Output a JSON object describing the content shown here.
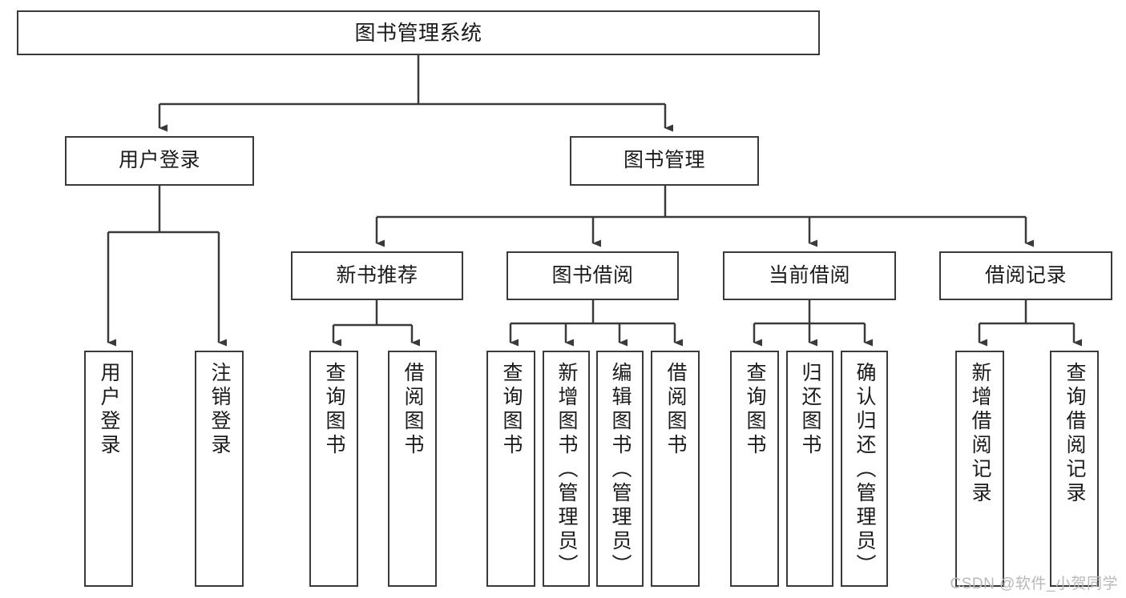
{
  "diagram": {
    "type": "tree",
    "title": "图书管理系统",
    "stroke_color": "#3a3a3a",
    "fill_color": "#ffffff",
    "text_color": "#1b1b1b",
    "nodes": {
      "root": {
        "label": "图书管理系统"
      },
      "level2": [
        {
          "id": "user-login",
          "label": "用户登录"
        },
        {
          "id": "book-manage",
          "label": "图书管理"
        }
      ],
      "level3": [
        {
          "id": "new-book-recommend",
          "label": "新书推荐"
        },
        {
          "id": "book-borrow",
          "label": "图书借阅"
        },
        {
          "id": "current-borrow",
          "label": "当前借阅"
        },
        {
          "id": "borrow-record",
          "label": "借阅记录"
        }
      ],
      "leaves": {
        "user-login": [
          {
            "id": "leaf-user-login",
            "label": "用户登录"
          },
          {
            "id": "leaf-logout-login",
            "label": "注销登录"
          }
        ],
        "new-book-recommend": [
          {
            "id": "leaf-query-book-1",
            "label": "查询图书"
          },
          {
            "id": "leaf-borrow-book-1",
            "label": "借阅图书"
          }
        ],
        "book-borrow": [
          {
            "id": "leaf-query-book-2",
            "label": "查询图书"
          },
          {
            "id": "leaf-add-book",
            "label": "新增图书（管理员）"
          },
          {
            "id": "leaf-edit-book",
            "label": "编辑图书（管理员）"
          },
          {
            "id": "leaf-borrow-book-2",
            "label": "借阅图书"
          }
        ],
        "current-borrow": [
          {
            "id": "leaf-query-book-3",
            "label": "查询图书"
          },
          {
            "id": "leaf-return-book",
            "label": "归还图书"
          },
          {
            "id": "leaf-confirm-return",
            "label": "确认归还（管理员）"
          }
        ],
        "borrow-record": [
          {
            "id": "leaf-add-record",
            "label": "新增借阅记录"
          },
          {
            "id": "leaf-query-record",
            "label": "查询借阅记录"
          }
        ]
      }
    }
  },
  "watermark": {
    "text": "CSDN @软件_小贺同学"
  }
}
